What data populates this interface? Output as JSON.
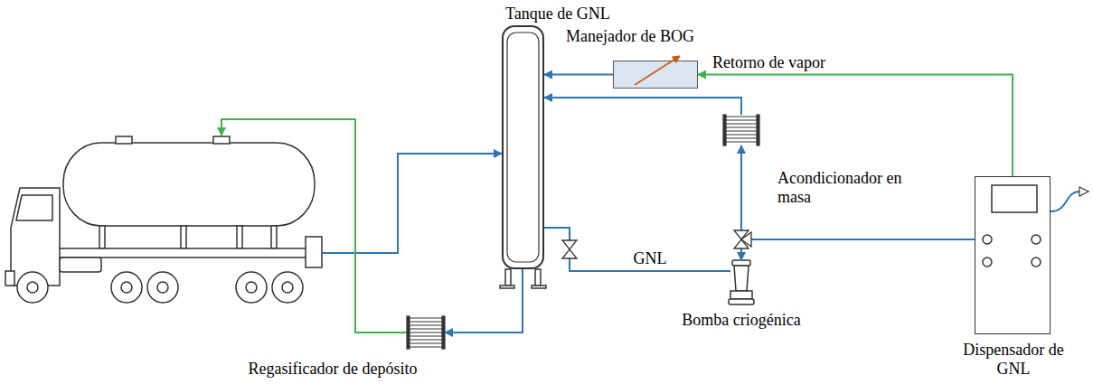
{
  "diagram": {
    "nodes": [
      {
        "text": [
          "Tanque de GNL"
        ]
      },
      {
        "text": [
          "Manejador de BOG"
        ]
      },
      {
        "text": [
          "Acondicionador en masa"
        ]
      },
      {
        "text": [
          "Bomba criogénica"
        ]
      },
      {
        "text": [
          "Dispensador de GNL"
        ]
      },
      {
        "text": [
          "Regasificador de depósito"
        ]
      }
    ],
    "edges": [
      {
        "from": 4,
        "to": 1,
        "label": "Retorno de vapor",
        "arrow": "to"
      },
      {
        "from": 1,
        "to": 0,
        "arrow": "to"
      },
      {
        "from": 2,
        "to": 0,
        "arrow": "to"
      },
      {
        "from": 0,
        "to": 3,
        "label": "GNL",
        "arrow": "none"
      },
      {
        "from": 3,
        "to": 2,
        "arrow": "to"
      },
      {
        "from": 4,
        "to": 3,
        "arrow": "to"
      },
      {
        "from": 0,
        "to": 5,
        "arrow": "to"
      }
    ]
  }
}
